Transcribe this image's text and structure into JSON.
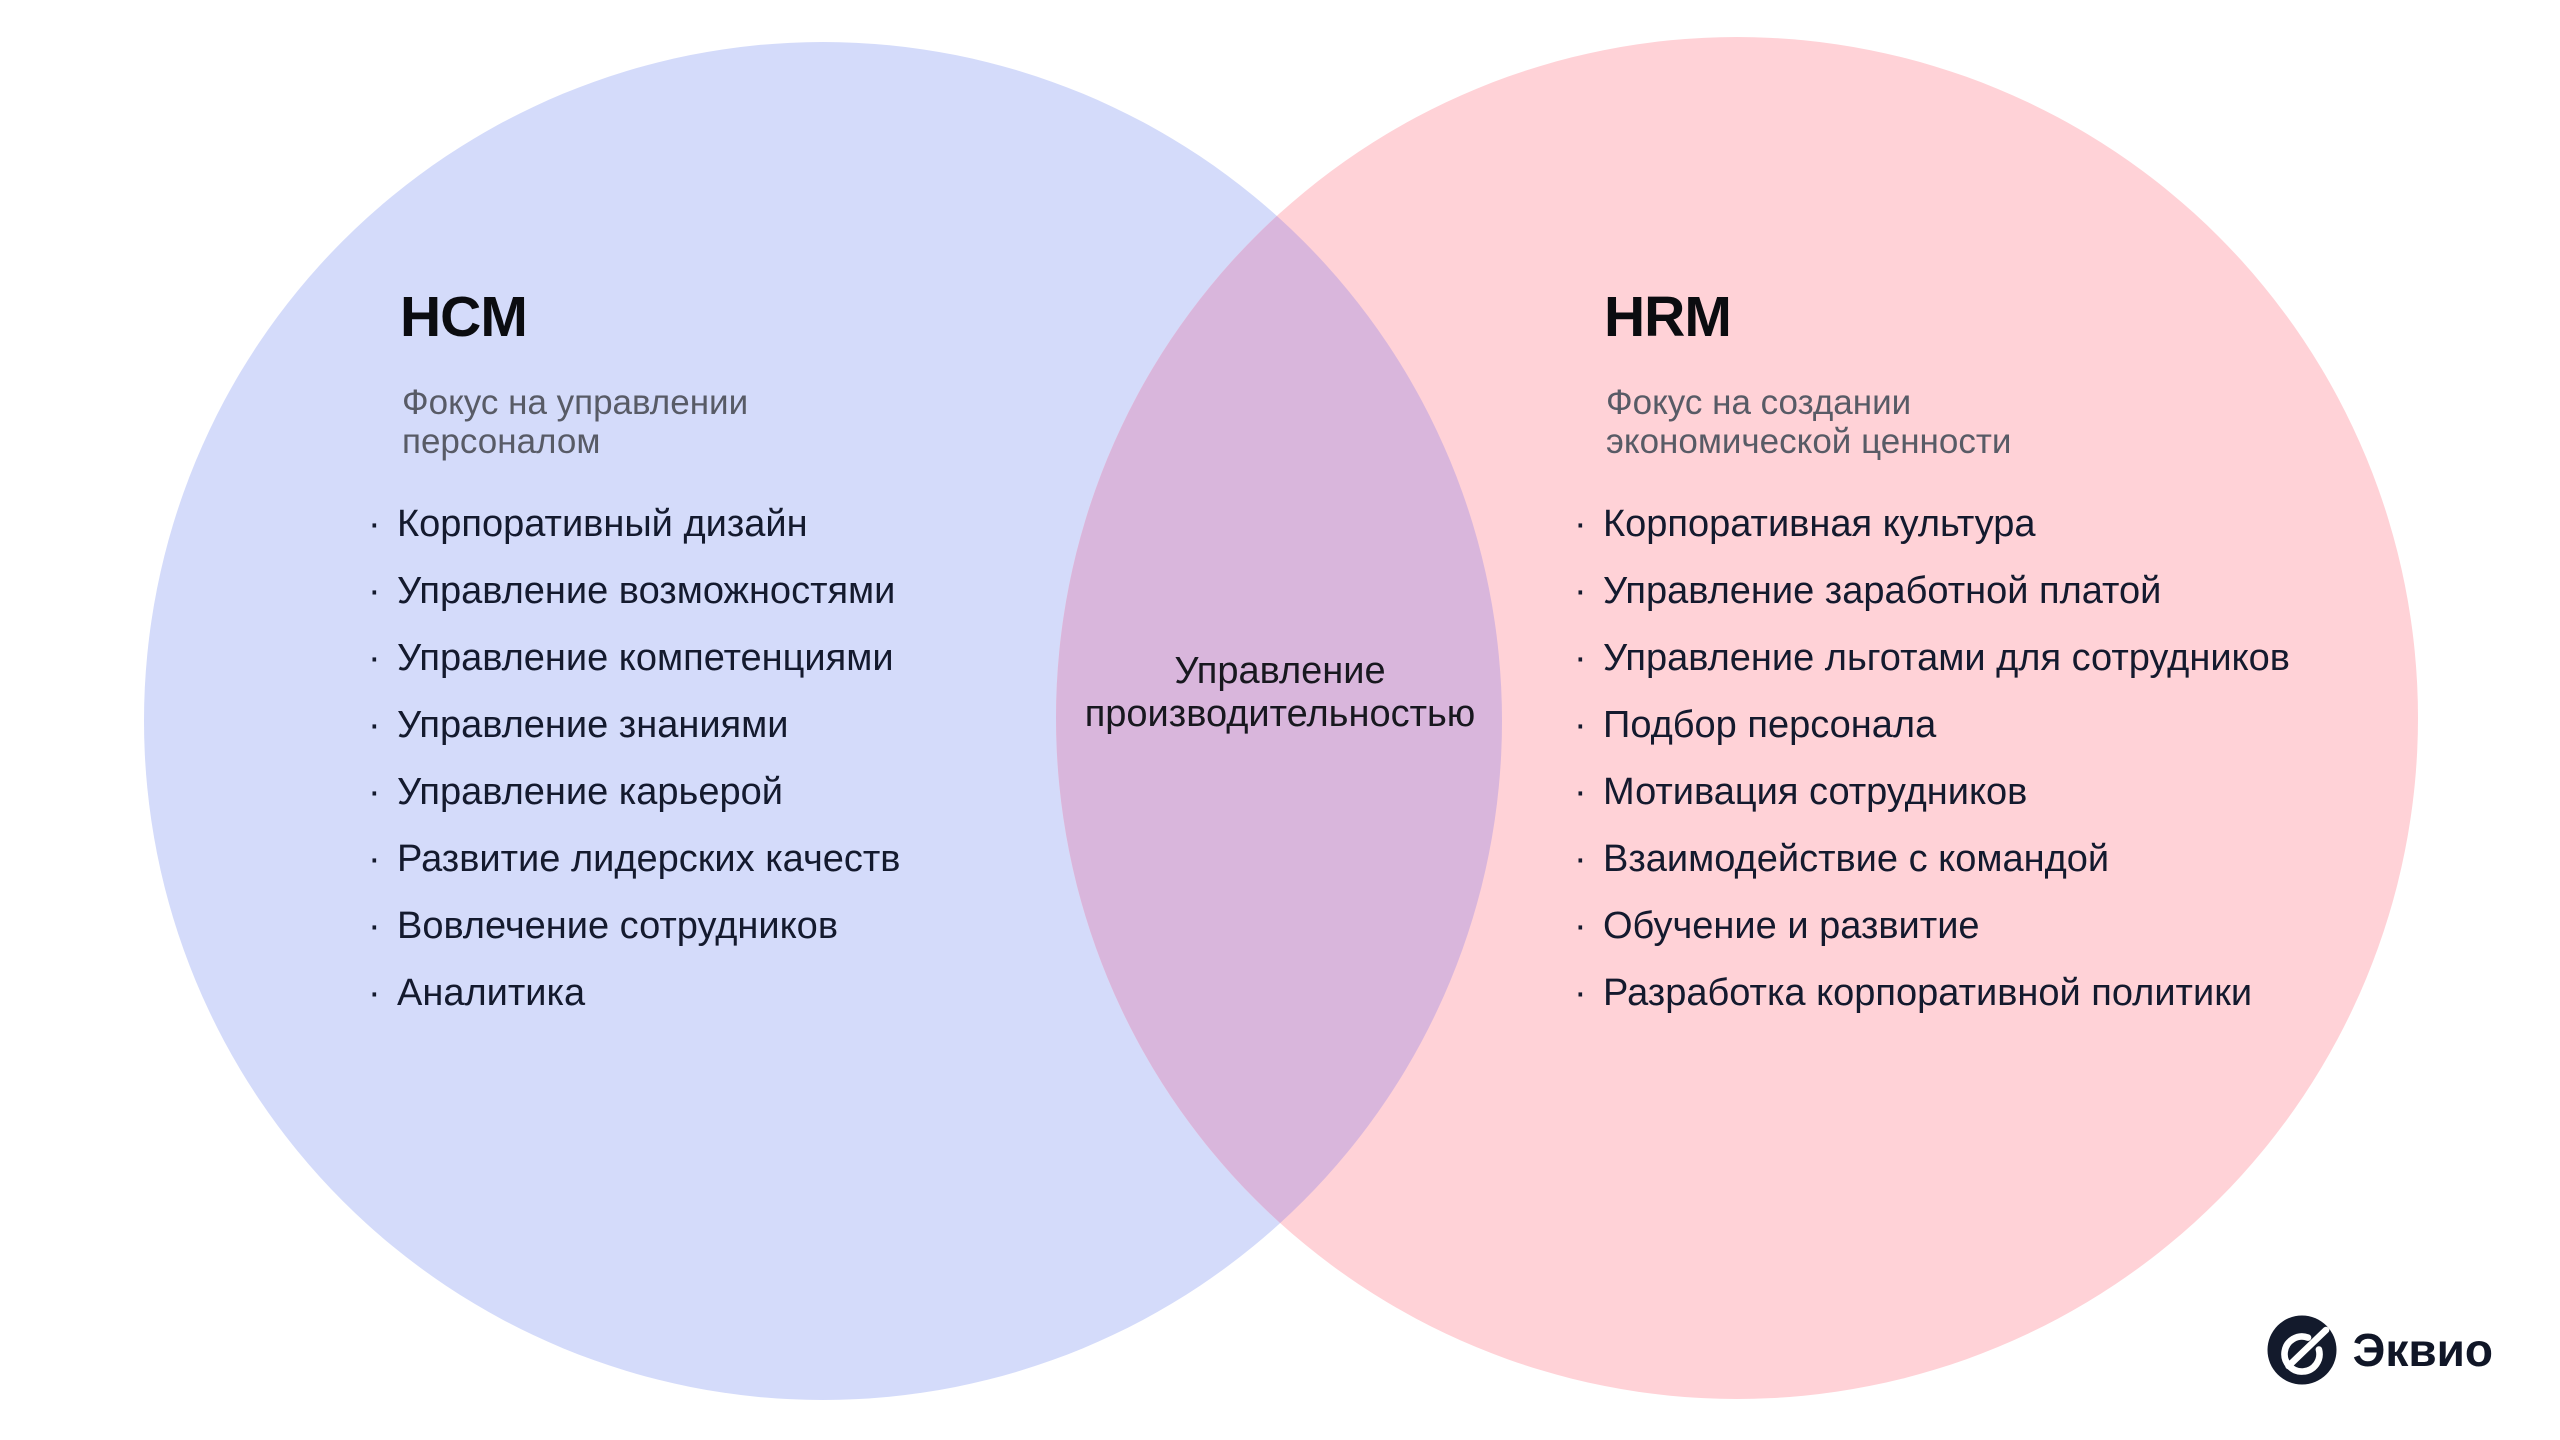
{
  "venn": {
    "left_circle_color": "#d4dbfa",
    "right_circle_color": "#ffd2d7",
    "overlap_color": "#d9b6dc"
  },
  "bullet": {
    "glyph": "·"
  },
  "left": {
    "title": "HCM",
    "subtitle_lines": [
      "Фокус на управлении",
      "персоналом"
    ],
    "items": [
      "Корпоративный дизайн",
      "Управление возможностями",
      "Управление компетенциями",
      "Управление знаниями",
      "Управление карьерой",
      "Развитие лидерских качеств",
      "Вовлечение сотрудников",
      "Аналитика"
    ]
  },
  "right": {
    "title": "HRM",
    "subtitle_lines": [
      "Фокус на создании",
      "экономической ценности"
    ],
    "items": [
      "Корпоративная культура",
      "Управление заработной платой",
      "Управление льготами для сотрудников",
      "Подбор персонала",
      "Мотивация сотрудников",
      "Взаимодействие с командой",
      "Обучение и развитие",
      "Разработка корпоративной политики"
    ]
  },
  "overlap": {
    "label_lines": [
      "Управление",
      "производительностью"
    ]
  },
  "logo": {
    "text": "Эквио"
  }
}
